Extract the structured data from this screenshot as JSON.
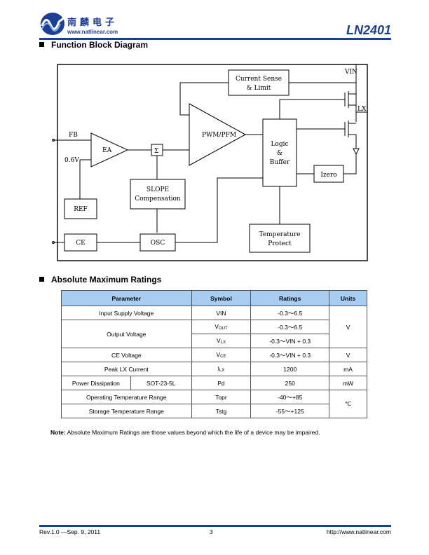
{
  "header": {
    "company_cn": "南麟电子",
    "company_url": "www.natlinear.com",
    "part_number": "LN2401"
  },
  "section1": {
    "title": "Function Block Diagram"
  },
  "diagram": {
    "labels": {
      "vin": "VIN",
      "lx": "LX",
      "fb": "FB",
      "ref_v": "0.6V",
      "ea": "EA",
      "sum": "Σ",
      "pwm": "PWM/PFM",
      "cs1": "Current Sense",
      "cs2": "& Limit",
      "logic1": "Logic",
      "logic2": "&",
      "logic3": "Buffer",
      "izero": "Izero",
      "slope1": "SLOPE",
      "slope2": "Compensation",
      "ref": "REF",
      "ce": "CE",
      "osc": "OSC",
      "temp1": "Temperature",
      "temp2": "Protect"
    }
  },
  "section2": {
    "title": "Absolute Maximum Ratings"
  },
  "table": {
    "headers": [
      "Parameter",
      "Symbol",
      "Ratings",
      "Units"
    ],
    "rows": {
      "input_supply": {
        "param": "Input Supply Voltage",
        "symbol": "VIN",
        "rating": "-0.3～6.5"
      },
      "output_voltage": {
        "param": "Output Voltage",
        "unit": "V",
        "r1": {
          "sym_main": "V",
          "sym_sub": "OUT",
          "rating": "-0.3～6.5"
        },
        "r2": {
          "sym_main": "V",
          "sym_sub": "LX",
          "rating": "-0.3～VIN + 0.3"
        }
      },
      "ce_voltage": {
        "param": "CE Voltage",
        "sym_main": "V",
        "sym_sub": "CE",
        "rating": "-0.3～VIN + 0.3",
        "unit": "V"
      },
      "peak_lx": {
        "param": "Peak LX Current",
        "sym_main": "I",
        "sym_sub": "LX",
        "rating": "1200",
        "unit": "mA"
      },
      "power": {
        "param": "Power Dissipation",
        "package": "SOT-23-5L",
        "symbol": "Pd",
        "rating": "250",
        "unit": "mW"
      },
      "op_temp": {
        "param": "Operating Temperature Range",
        "symbol": "Topr",
        "rating": "-40～+85"
      },
      "st_temp": {
        "param": "Storage Temperature Range",
        "symbol": "Tstg",
        "rating": "-55～+125"
      },
      "temp_unit": "℃"
    }
  },
  "note": {
    "label": "Note:",
    "text": " Absolute Maximum Ratings are those values beyond which the life of a device may be impaired."
  },
  "footer": {
    "revision": "Rev.1.0 —Sep. 9, 2011",
    "page": "3",
    "url": "http://www.natlinear.com"
  }
}
